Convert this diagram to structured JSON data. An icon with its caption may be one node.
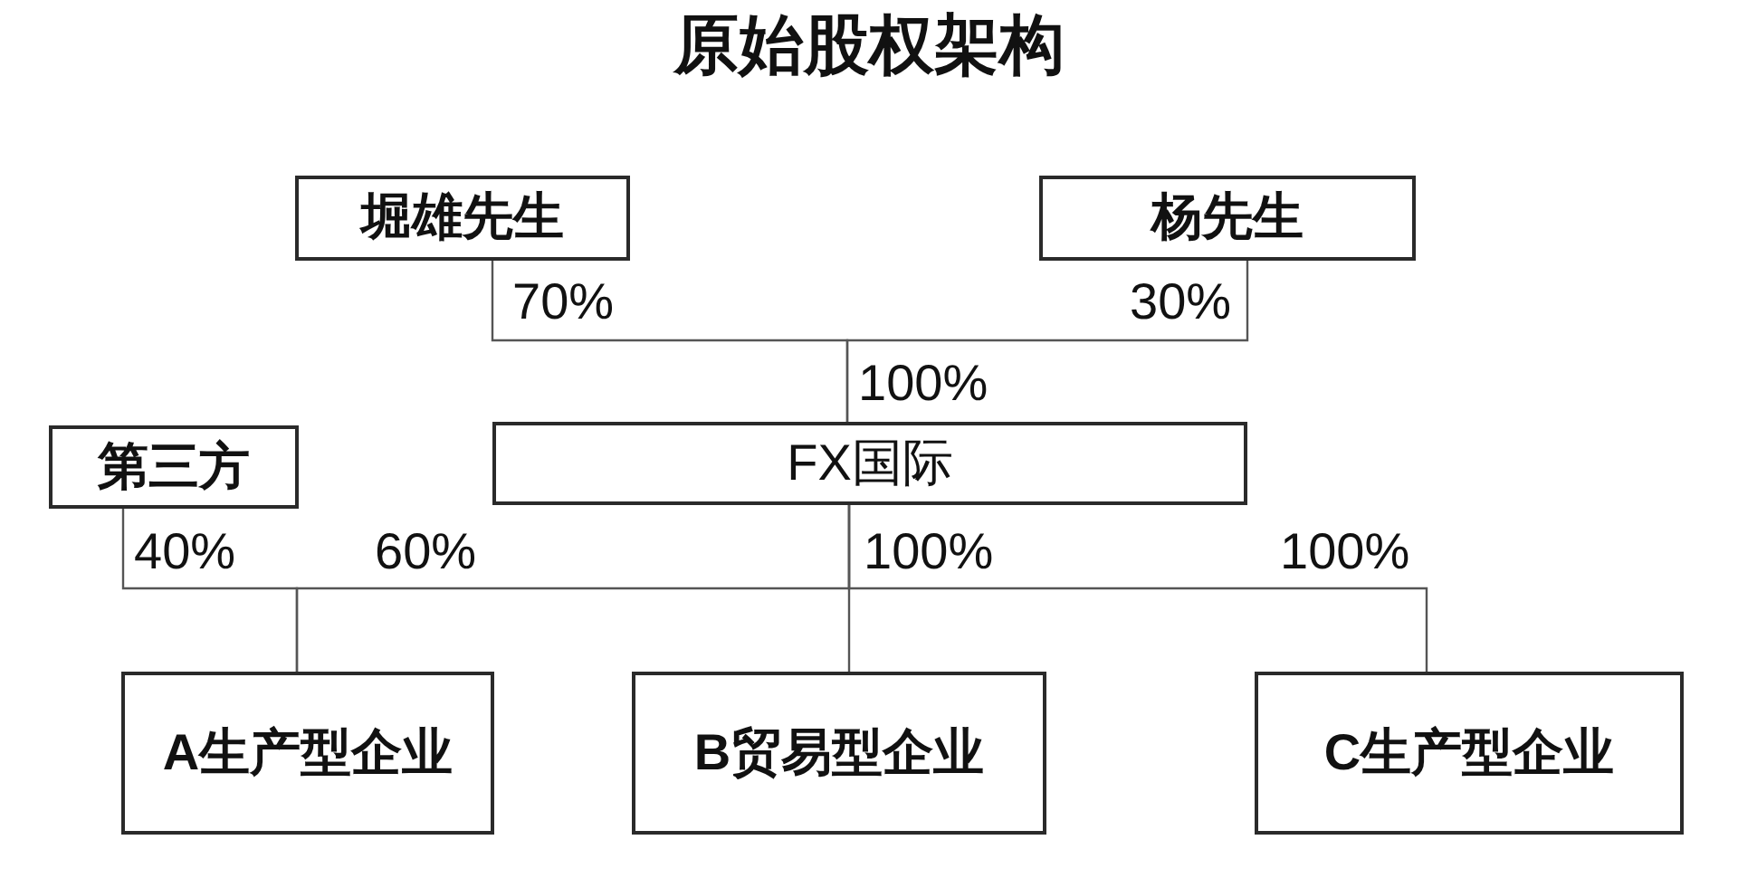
{
  "diagram": {
    "title": "原始股权架构",
    "nodes": [
      {
        "text": [
          "堀雄先生"
        ]
      },
      {
        "text": [
          "杨先生"
        ]
      },
      {
        "text": [
          "第三方"
        ]
      },
      {
        "text": [
          "FX国际"
        ]
      },
      {
        "text": [
          "A生产型企业"
        ]
      },
      {
        "text": [
          "B贸易型企业"
        ]
      },
      {
        "text": [
          "C生产型企业"
        ]
      }
    ],
    "edges": [
      {
        "from": 0,
        "to": 3,
        "arrow": "none",
        "label": "70%"
      },
      {
        "from": 1,
        "to": 3,
        "arrow": "none",
        "label": "30%"
      },
      {
        "from": 2,
        "to": 4,
        "arrow": "none",
        "label": "40%"
      },
      {
        "from": 3,
        "to": 4,
        "arrow": "none",
        "label": "60%"
      },
      {
        "from": 3,
        "to": 5,
        "arrow": "none",
        "label": "100%"
      },
      {
        "from": 3,
        "to": 6,
        "arrow": "none",
        "label": "100%"
      }
    ],
    "labels": [
      "100%"
    ]
  }
}
